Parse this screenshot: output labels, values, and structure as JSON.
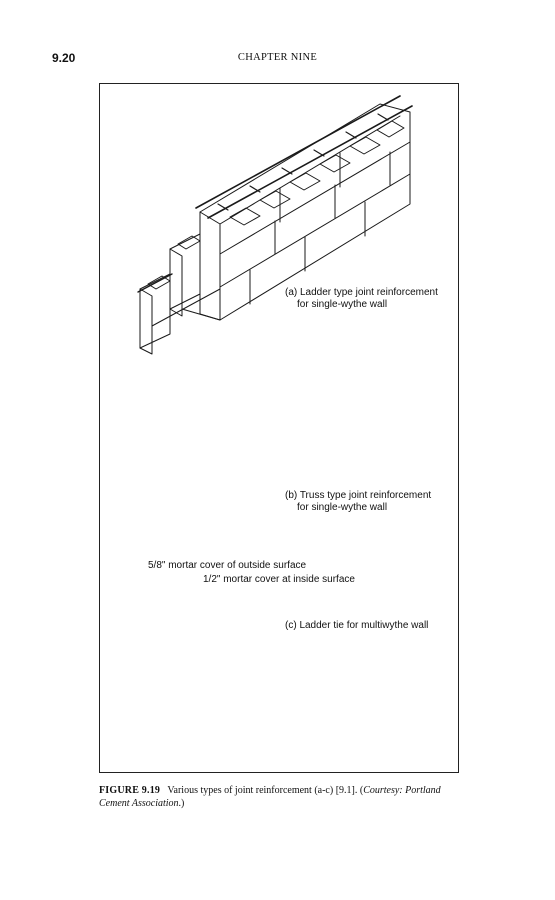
{
  "header": {
    "page_number": "9.20",
    "chapter": "CHAPTER NINE"
  },
  "figure": {
    "label_a_line1": "(a) Ladder type joint reinforcement",
    "label_a_line2": "for single-wythe wall",
    "label_b_line1": "(b) Truss type joint reinforcement",
    "label_b_line2": "for single-wythe wall",
    "label_mortar_outside": "5/8\" mortar cover of outside surface",
    "label_mortar_inside": "1/2\" mortar cover at inside surface",
    "label_c": "(c) Ladder tie for multiwythe wall"
  },
  "caption": {
    "figure_number": "FIGURE 9.19",
    "text": "Various types of joint reinforcement (a-c) [9.1]. (",
    "courtesy_italic": "Courtesy: Portland Cement Association",
    "end": ".)"
  }
}
